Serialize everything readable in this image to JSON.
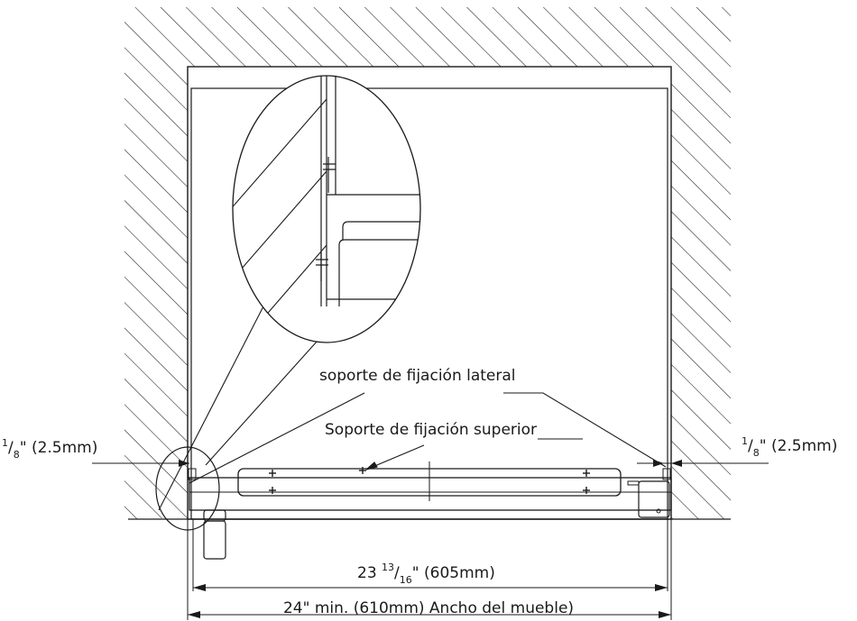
{
  "labels": {
    "side_bracket": "soporte de fijación lateral",
    "top_bracket": "Soporte de fijación superior",
    "gap_left": {
      "numerator": "1",
      "denominator": "8",
      "suffix": "\" (2.5mm)"
    },
    "gap_right": {
      "numerator": "1",
      "denominator": "8",
      "suffix": "\" (2.5mm)"
    },
    "inner_width": {
      "whole": "23 ",
      "numerator": "13",
      "denominator": "16",
      "suffix": "\" (605mm)"
    },
    "cabinet_width": "24\" min. (610mm) Ancho del mueble)"
  }
}
